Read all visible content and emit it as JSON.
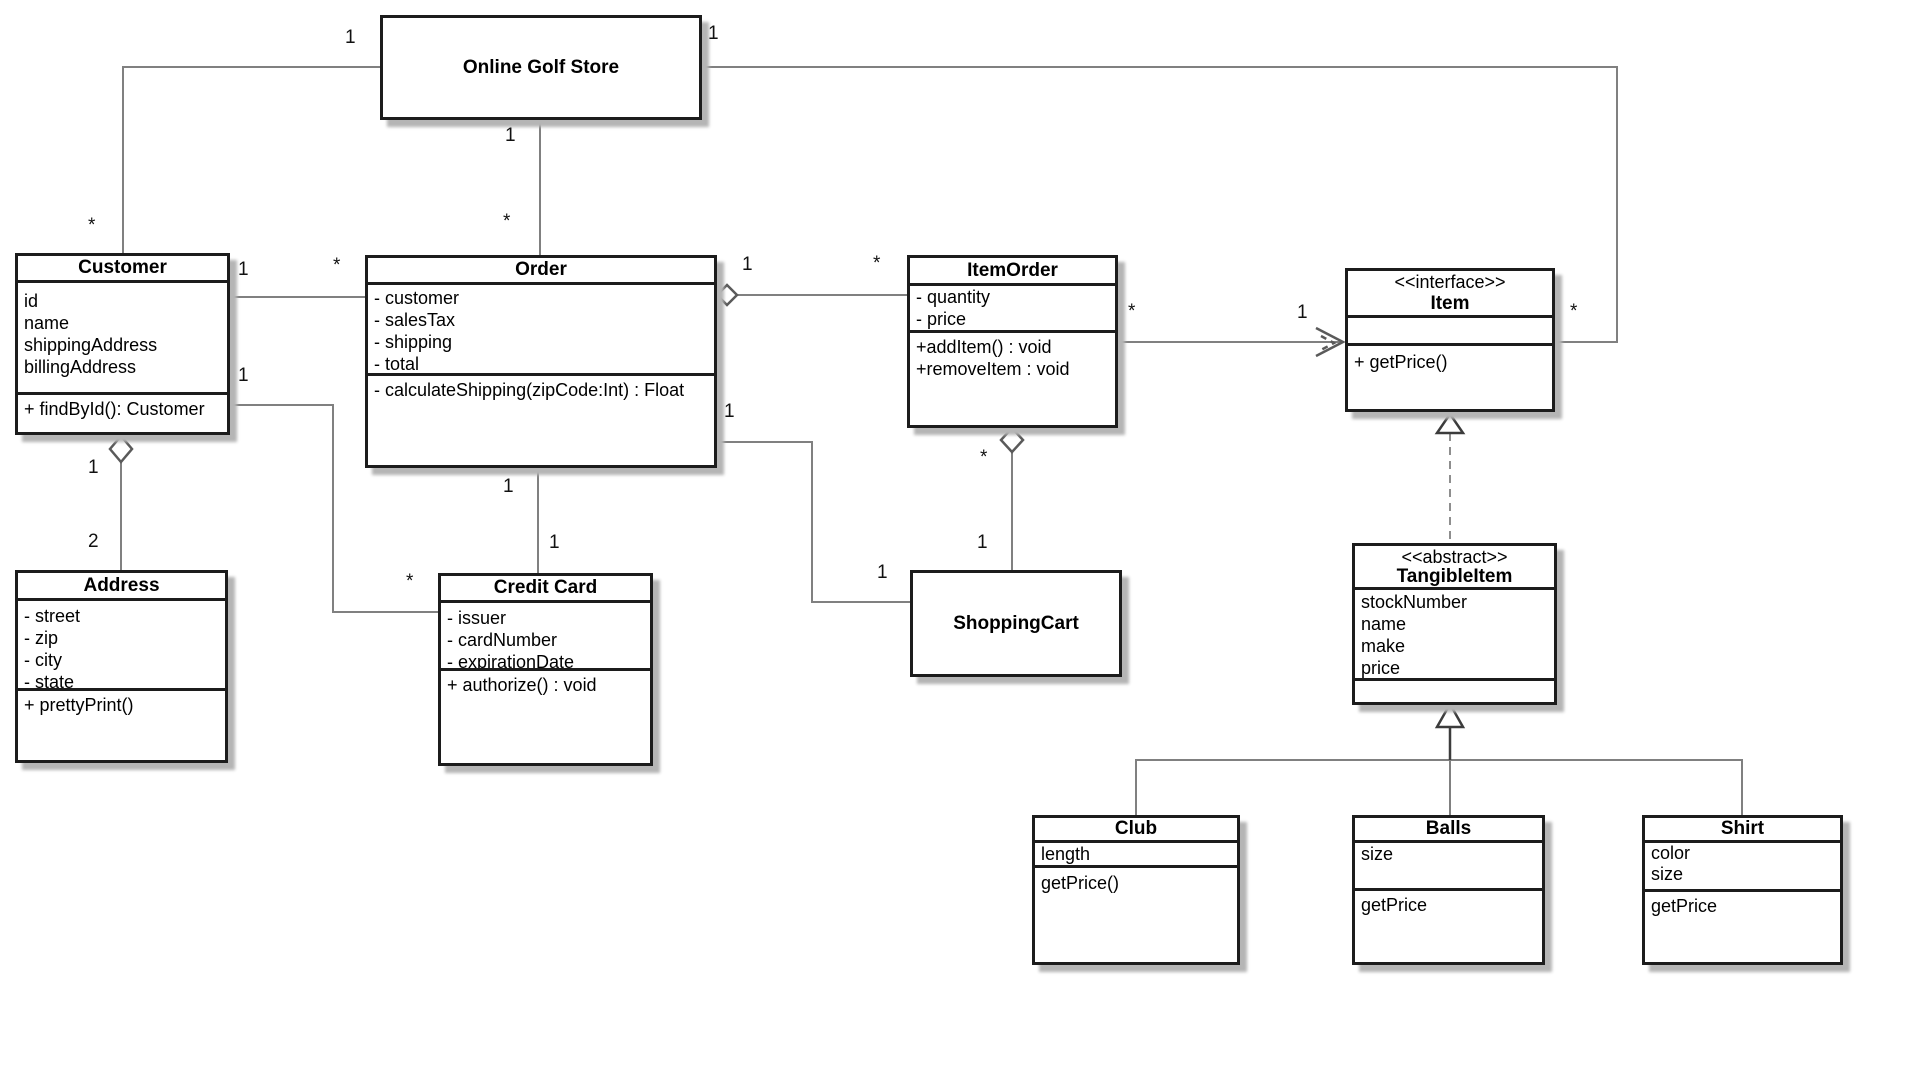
{
  "diagram_title": "Online Golf Store",
  "colors": {
    "box_border": "#1c1c1c",
    "connector": "#808080",
    "background": "#ffffff",
    "shadow": "#b5b5b5"
  },
  "classes": {
    "online_golf_store": {
      "name": "Online Golf Store"
    },
    "customer": {
      "name": "Customer",
      "attributes": [
        "id",
        "name",
        "shippingAddress",
        "billingAddress"
      ],
      "methods": [
        "+ findById(): Customer"
      ]
    },
    "order": {
      "name": "Order",
      "attributes": [
        "- customer",
        "- salesTax",
        "- shipping",
        "- total"
      ],
      "methods": [
        "- calculateShipping(zipCode:Int) : Float"
      ]
    },
    "item_order": {
      "name": "ItemOrder",
      "attributes": [
        "- quantity",
        "- price"
      ],
      "methods": [
        "+addItem() : void",
        "+removeItem : void"
      ]
    },
    "item": {
      "stereotype": "<<interface>>",
      "name": "Item",
      "attributes": [],
      "methods": [
        "+ getPrice()"
      ]
    },
    "address": {
      "name": "Address",
      "attributes": [
        "- street",
        "- zip",
        "- city",
        "- state"
      ],
      "methods": [
        "+ prettyPrint()"
      ]
    },
    "credit_card": {
      "name": "Credit Card",
      "attributes": [
        "- issuer",
        "- cardNumber",
        "- expirationDate"
      ],
      "methods": [
        "+ authorize() : void"
      ]
    },
    "shopping_cart": {
      "name": "ShoppingCart"
    },
    "tangible_item": {
      "stereotype": "<<abstract>>",
      "name": "TangibleItem",
      "attributes": [
        "stockNumber",
        "name",
        "make",
        "price"
      ],
      "methods": []
    },
    "club": {
      "name": "Club",
      "attributes": [
        "length"
      ],
      "methods": [
        "getPrice()"
      ]
    },
    "balls": {
      "name": "Balls",
      "attributes": [
        "size"
      ],
      "methods": [
        "getPrice"
      ]
    },
    "shirt": {
      "name": "Shirt",
      "attributes": [
        "color",
        "size"
      ],
      "methods": [
        "getPrice"
      ]
    }
  },
  "labels": {
    "ogs_customer_near_ogs": "1",
    "ogs_customer_near_customer": "*",
    "ogs_order_near_ogs": "1",
    "ogs_order_near_order": "*",
    "ogs_item_near_ogs": "1",
    "ogs_item_near_item": "*",
    "customer_order_near_customer": "1",
    "customer_order_near_order": "*",
    "customer_creditcard_near_customer": "1",
    "customer_creditcard_near_creditcard": "*",
    "customer_address_near_customer": "1",
    "customer_address_near_address": "2",
    "order_creditcard_near_order": "1",
    "order_creditcard_near_creditcard": "1",
    "order_itemorder_near_order": "1",
    "order_itemorder_near_itemorder": "*",
    "order_shoppingcart_near_order": "1",
    "order_shoppingcart_near_shoppingcart": "1",
    "itemorder_shoppingcart_near_itemorder": "*",
    "itemorder_shoppingcart_near_shoppingcart": "1",
    "itemorder_item_near_itemorder": "*",
    "itemorder_item_near_item": "1"
  }
}
